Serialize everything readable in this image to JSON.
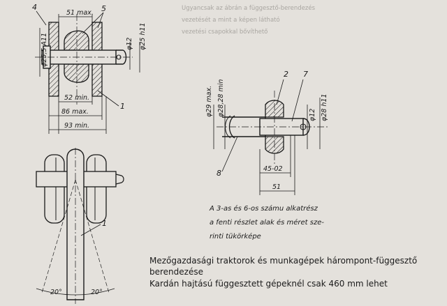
{
  "background_text": [
    "Ugyancsak az ábrán a függesztő-berendezés",
    "vezetését a mint a képen látható",
    "vezetési csapokkal bővíthető"
  ],
  "top_view": {
    "ref_4": "4",
    "ref_5": "5",
    "ref_1": "1",
    "dim_51max": "51 max.",
    "dim_phi255": "φ25,5 A11",
    "dim_phi12": "φ12",
    "dim_phi25": "φ25 h11",
    "dim_52min": "52 min.",
    "dim_86max": "86 max.",
    "dim_93min": "93 min."
  },
  "right_detail": {
    "ref_2": "2",
    "ref_7": "7",
    "ref_8": "8",
    "dim_phi29": "φ29 max.",
    "dim_phi2828": "φ28,28 min",
    "dim_phi12": "φ12",
    "dim_phi28": "φ28 h11",
    "dim_45": "45-02",
    "dim_51": "51"
  },
  "front_view": {
    "ref_1": "1",
    "angle_left": "20°",
    "angle_right": "20°"
  },
  "note": [
    "A 3-as és 6-os számu alkatrész",
    "a fenti részlet alak és méret sze-",
    "rinti tükörképe"
  ],
  "caption": [
    "Mezőgazdasági traktorok és munkagépek hárompont-függesztő",
    "berendezése",
    "Kardán hajtású függesztett gépeknél csak 460 mm lehet"
  ]
}
